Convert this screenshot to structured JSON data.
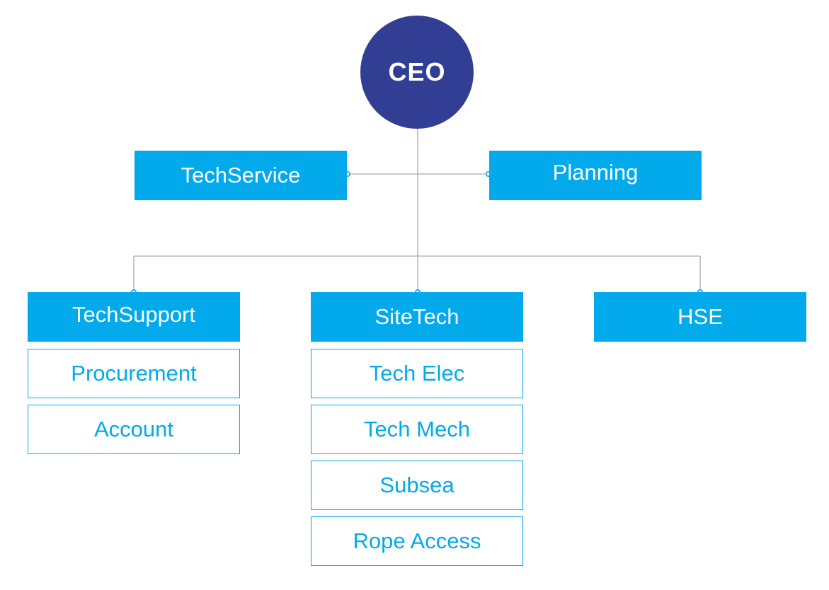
{
  "colors": {
    "ceo_fill": "#313e93",
    "node_fill": "#02aaec",
    "sub_text": "#02aaec",
    "connector": "#aaaaaa"
  },
  "ceo": {
    "label": "CEO"
  },
  "staff": [
    {
      "label": "TechService"
    },
    {
      "label": "Planning"
    }
  ],
  "departments": [
    {
      "label": "TechSupport",
      "units": [
        "Procurement",
        "Account"
      ]
    },
    {
      "label": "SiteTech",
      "units": [
        "Tech Elec",
        "Tech Mech",
        "Subsea",
        "Rope Access"
      ]
    },
    {
      "label": "HSE",
      "units": []
    }
  ]
}
